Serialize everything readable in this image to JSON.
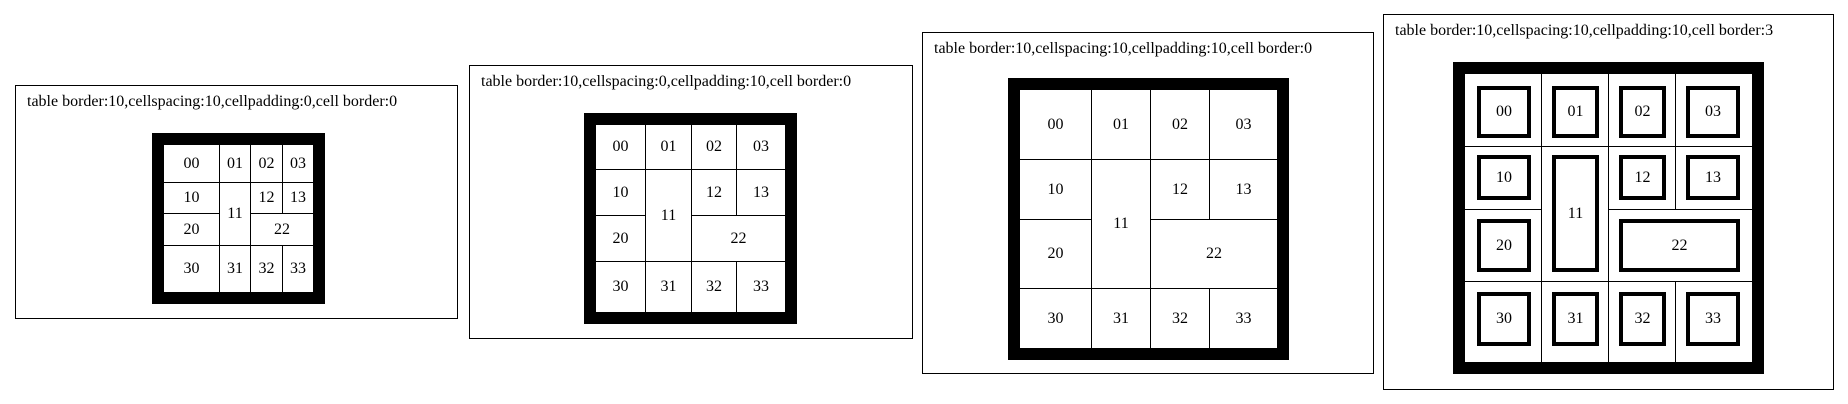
{
  "diagrams": [
    {
      "title": "table border:10,cellspacing:10,cellpadding:0,cell border:0",
      "cells": {
        "00": "00",
        "01": "01",
        "02": "02",
        "03": "03",
        "10": "10",
        "11": "11",
        "12": "12",
        "13": "13",
        "20": "20",
        "22": "22",
        "30": "30",
        "31": "31",
        "32": "32",
        "33": "33"
      }
    },
    {
      "title": "table border:10,cellspacing:0,cellpadding:10,cell border:0",
      "cells": {
        "00": "00",
        "01": "01",
        "02": "02",
        "03": "03",
        "10": "10",
        "11": "11",
        "12": "12",
        "13": "13",
        "20": "20",
        "22": "22",
        "30": "30",
        "31": "31",
        "32": "32",
        "33": "33"
      }
    },
    {
      "title": "table border:10,cellspacing:10,cellpadding:10,cell border:0",
      "cells": {
        "00": "00",
        "01": "01",
        "02": "02",
        "03": "03",
        "10": "10",
        "11": "11",
        "12": "12",
        "13": "13",
        "20": "20",
        "22": "22",
        "30": "30",
        "31": "31",
        "32": "32",
        "33": "33"
      }
    },
    {
      "title": "table border:10,cellspacing:10,cellpadding:10,cell border:3",
      "cells": {
        "00": "00",
        "01": "01",
        "02": "02",
        "03": "03",
        "10": "10",
        "11": "11",
        "12": "12",
        "13": "13",
        "20": "20",
        "22": "22",
        "30": "30",
        "31": "31",
        "32": "32",
        "33": "33"
      }
    }
  ]
}
